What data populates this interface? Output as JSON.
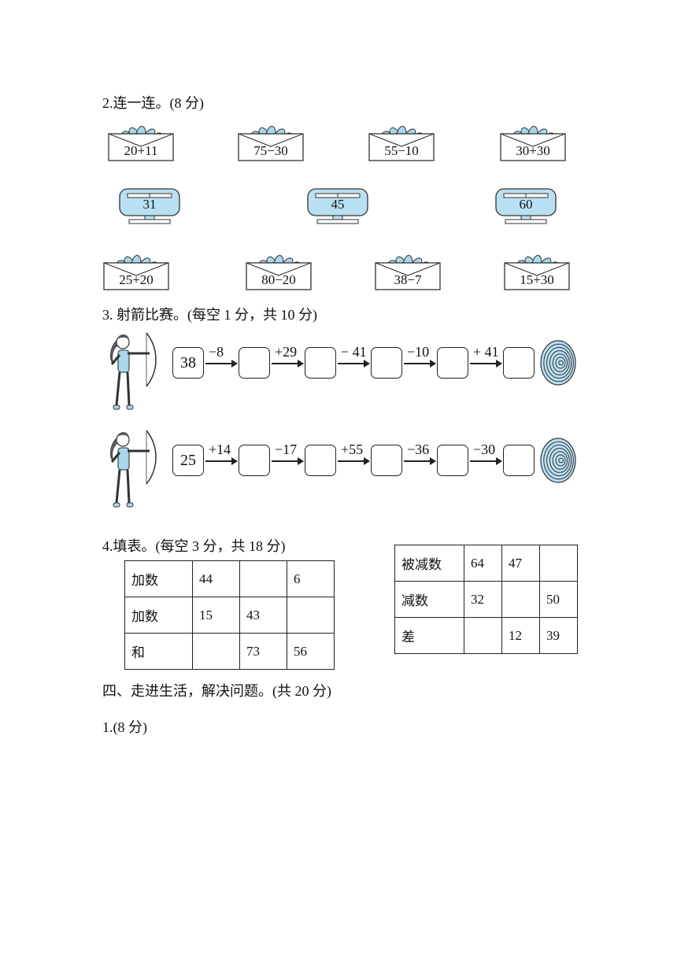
{
  "q2": {
    "title": "2.连一连。(8 分)",
    "top_envelopes": [
      "20+11",
      "75−30",
      "55−10",
      "30+30"
    ],
    "monitors": [
      "31",
      "45",
      "60"
    ],
    "bottom_envelopes": [
      "25+20",
      "80−20",
      "38−7",
      "15+30"
    ]
  },
  "q3": {
    "title": "3. 射箭比赛。(每空 1 分，共 10 分)",
    "rows": [
      {
        "start": "38",
        "ops": [
          "−8",
          "+29",
          "− 41",
          "−10",
          "+ 41"
        ]
      },
      {
        "start": "25",
        "ops": [
          "+14",
          "−17",
          "+55",
          "−36",
          "−30"
        ]
      }
    ]
  },
  "q4": {
    "title": "4.填表。(每空 3 分，共 18 分)",
    "table_left": [
      [
        "加数",
        "44",
        "",
        "6"
      ],
      [
        "加数",
        "15",
        "43",
        ""
      ],
      [
        "和",
        "",
        "73",
        "56"
      ]
    ],
    "table_right": [
      [
        "被减数",
        "64",
        "47",
        ""
      ],
      [
        "减数",
        "32",
        "",
        "50"
      ],
      [
        "差",
        "",
        "12",
        "39"
      ]
    ]
  },
  "section4": {
    "title": "四、走进生活，解决问题。(共 20 分)",
    "q1": "1.(8 分)"
  }
}
